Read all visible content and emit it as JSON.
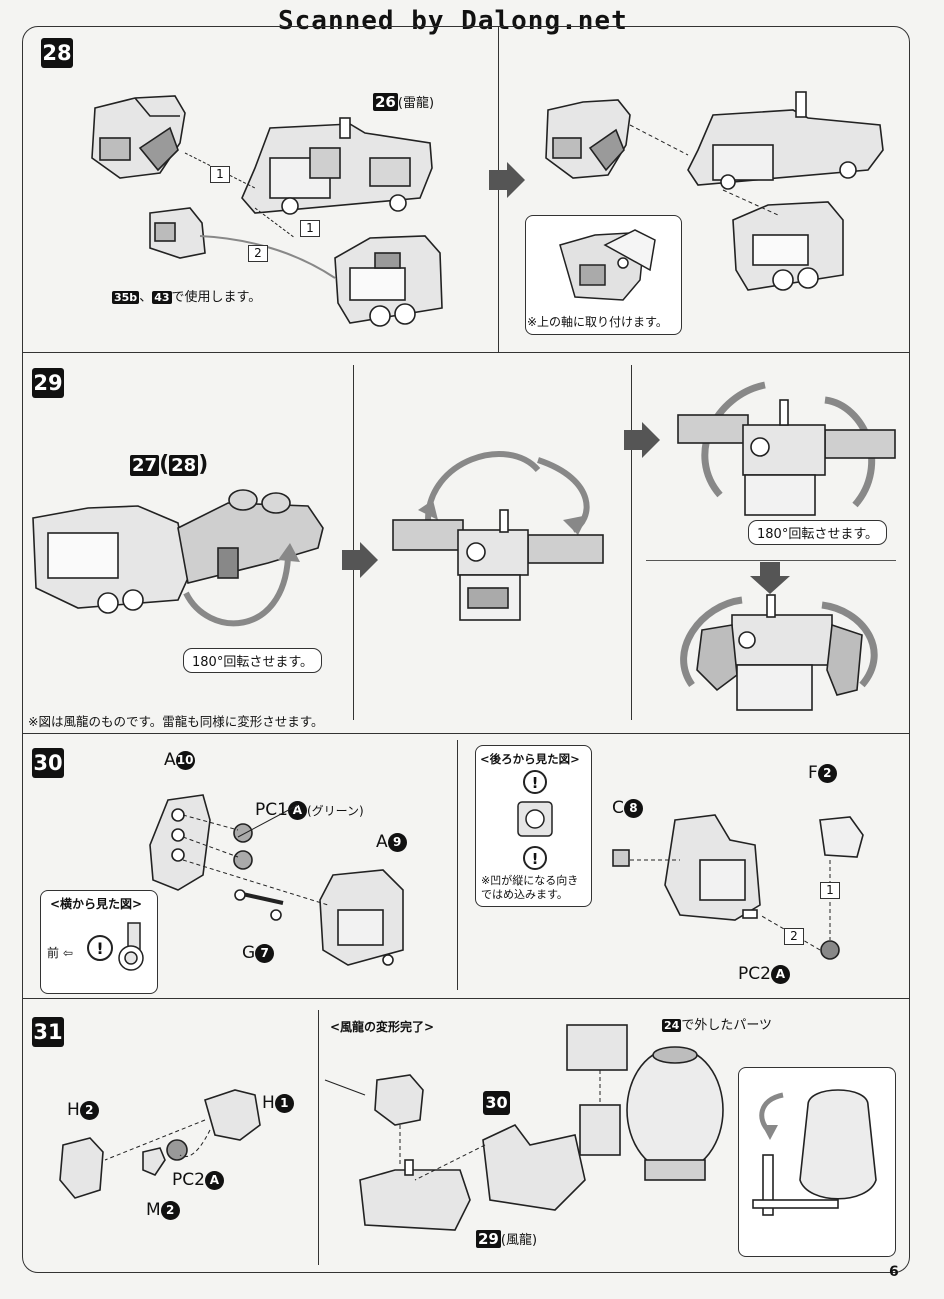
{
  "watermark": "Scanned by Dalong.net",
  "page_number": "6",
  "steps": {
    "s28": {
      "number": "28",
      "part_ref": "26",
      "part_ref_note": "(雷龍)",
      "arrow_1a": "1",
      "arrow_1b": "1",
      "arrow_2": "2",
      "use_note_ref1": "35b",
      "use_note_sep": "、",
      "use_note_ref2": "43",
      "use_note_text": "で使用します。",
      "inset_note": "※上の軸に取り付けます。"
    },
    "s29": {
      "number": "29",
      "part_ref_a": "27",
      "part_ref_b": "28",
      "rotate_note_1": "180°回転させます。",
      "rotate_note_2": "180°回転させます。",
      "footnote": "※図は風龍のものです。雷龍も同様に変形させます。"
    },
    "s30": {
      "number": "30",
      "part_a10": "A",
      "part_a10_num": "10",
      "part_pc1": "PC1",
      "part_pc1_circ": "A",
      "part_pc1_note": "(グリーン)",
      "part_a9": "A",
      "part_a9_num": "9",
      "part_g7": "G",
      "part_g7_num": "7",
      "side_view_title": "<横から見た図>",
      "side_front": "前",
      "back_view_title": "<後ろから見た図>",
      "back_view_note": "※凹が縦になる向きではめ込みます。",
      "part_c8": "C",
      "part_c8_num": "8",
      "part_f2": "F",
      "part_f2_num": "2",
      "arrow_1": "1",
      "arrow_2": "2",
      "part_pc2": "PC2",
      "part_pc2_circ": "A"
    },
    "s31": {
      "number": "31",
      "part_h2": "H",
      "part_h2_num": "2",
      "part_h1": "H",
      "part_h1_num": "1",
      "part_pc2": "PC2",
      "part_pc2_circ": "A",
      "part_m2": "M",
      "part_m2_num": "2",
      "complete_title": "<風龍の変形完了>",
      "ref_30": "30",
      "ref_24": "24",
      "ref_24_text": "で外したパーツ",
      "ref_29": "29",
      "ref_29_note": "(風龍)"
    }
  }
}
